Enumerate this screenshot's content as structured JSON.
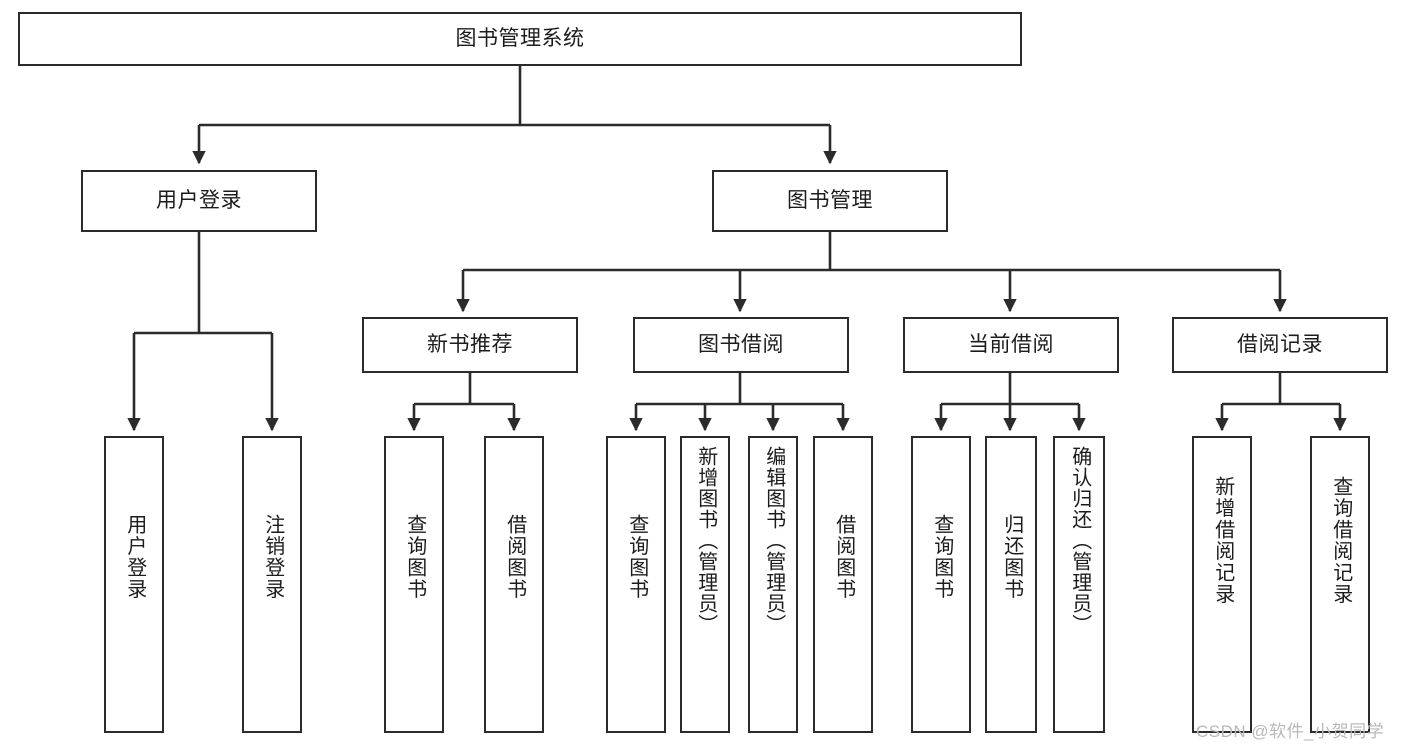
{
  "diagram": {
    "title": "图书管理系统",
    "type": "tree-hierarchy",
    "root": {
      "id": "root",
      "label": "图书管理系统"
    },
    "level1": [
      {
        "id": "user-login",
        "label": "用户登录"
      },
      {
        "id": "book-manage",
        "label": "图书管理"
      }
    ],
    "level2": [
      {
        "id": "new-book-recommend",
        "label": "新书推荐",
        "parent": "book-manage"
      },
      {
        "id": "book-borrow",
        "label": "图书借阅",
        "parent": "book-manage"
      },
      {
        "id": "current-borrow",
        "label": "当前借阅",
        "parent": "book-manage"
      },
      {
        "id": "borrow-record",
        "label": "借阅记录",
        "parent": "book-manage"
      }
    ],
    "leaves": [
      {
        "id": "leaf-user-login",
        "label": "用户登录",
        "parent": "user-login"
      },
      {
        "id": "leaf-user-logout",
        "label": "注销登录",
        "parent": "user-login"
      },
      {
        "id": "leaf-query-book-1",
        "label": "查询图书",
        "parent": "new-book-recommend"
      },
      {
        "id": "leaf-borrow-book-1",
        "label": "借阅图书",
        "parent": "new-book-recommend"
      },
      {
        "id": "leaf-query-book-2",
        "label": "查询图书",
        "parent": "book-borrow"
      },
      {
        "id": "leaf-add-book",
        "label": "新增图书（管理员）",
        "parent": "book-borrow"
      },
      {
        "id": "leaf-edit-book",
        "label": "编辑图书（管理员）",
        "parent": "book-borrow"
      },
      {
        "id": "leaf-borrow-book-2",
        "label": "借阅图书",
        "parent": "book-borrow"
      },
      {
        "id": "leaf-query-book-3",
        "label": "查询图书",
        "parent": "current-borrow"
      },
      {
        "id": "leaf-return-book",
        "label": "归还图书",
        "parent": "current-borrow"
      },
      {
        "id": "leaf-confirm-return",
        "label": "确认归还（管理员）",
        "parent": "current-borrow"
      },
      {
        "id": "leaf-add-record",
        "label": "新增借阅记录",
        "parent": "borrow-record"
      },
      {
        "id": "leaf-query-record",
        "label": "查询借阅记录",
        "parent": "borrow-record"
      }
    ],
    "colors": {
      "border": "#2b2b2b",
      "background": "#ffffff",
      "text": "#1c1c1c",
      "edge": "#2b2b2b",
      "watermark": "#b9b9b9"
    }
  },
  "watermark": {
    "text": "CSDN @软件_小贺同学"
  }
}
